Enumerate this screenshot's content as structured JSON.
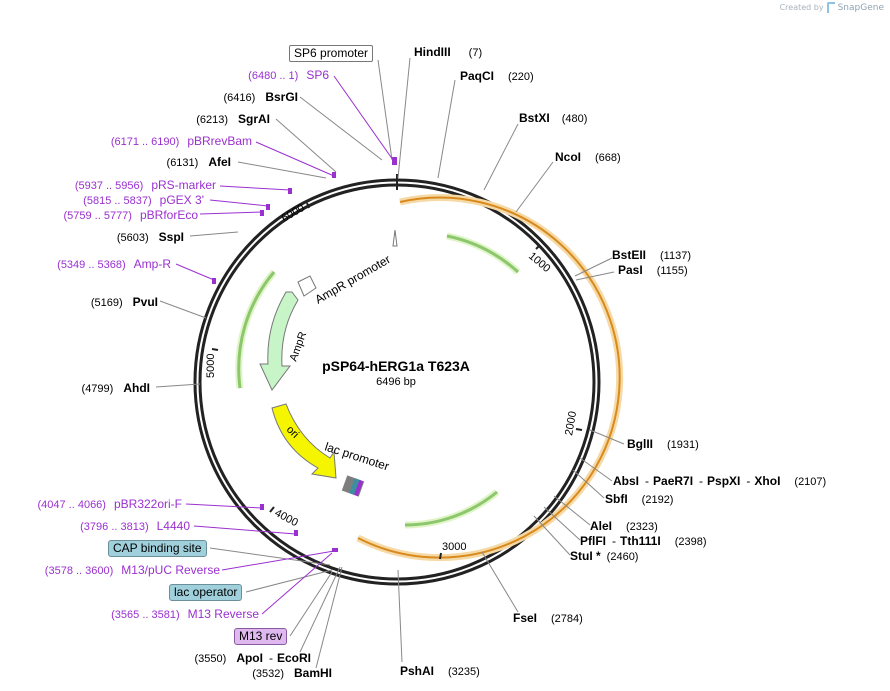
{
  "branding": {
    "created_by": "Created by",
    "app_name": "SnapGene"
  },
  "plasmid": {
    "name": "pSP64-hERG1a T623A",
    "size_label": "6496 bp"
  },
  "ticks": [
    {
      "label": "1000"
    },
    {
      "label": "2000"
    },
    {
      "label": "3000"
    },
    {
      "label": "4000"
    },
    {
      "label": "5000"
    },
    {
      "label": "6000"
    }
  ],
  "features": {
    "ampr_promoter": "AmpR promoter",
    "ampr": "AmpR",
    "ori": "ori",
    "lac_promoter": "lac promoter"
  },
  "boxed_labels": {
    "sp6_promoter": "SP6 promoter",
    "cap_binding_site": "CAP binding site",
    "lac_operator": "lac operator",
    "m13_rev": "M13 rev"
  },
  "enzymes_right": [
    {
      "name": "HindIII",
      "pos": "(7)"
    },
    {
      "name": "PaqCI",
      "pos": "(220)"
    },
    {
      "name": "BstXI",
      "pos": "(480)"
    },
    {
      "name": "NcoI",
      "pos": "(668)"
    },
    {
      "name": "BstEII",
      "pos": "(1137)"
    },
    {
      "name": "PasI",
      "pos": "(1155)"
    },
    {
      "name": "BglII",
      "pos": "(1931)"
    },
    {
      "name": "AbsI",
      "sep1": "-",
      "name2": "PaeR7I",
      "sep2": "-",
      "name3": "PspXI",
      "sep3": "-",
      "name4": "XhoI",
      "pos": "(2107)"
    },
    {
      "name": "SbfI",
      "pos": "(2192)"
    },
    {
      "name": "AleI",
      "pos": "(2323)"
    },
    {
      "name": "PflFI",
      "sep1": "-",
      "name2": "Tth111I",
      "pos": "(2398)"
    },
    {
      "name": "StuI *",
      "pos": "(2460)"
    },
    {
      "name": "FseI",
      "pos": "(2784)"
    },
    {
      "name": "PshAI",
      "pos": "(3235)"
    }
  ],
  "enzymes_left": [
    {
      "name": "BsrGI",
      "pos": "(6416)"
    },
    {
      "name": "SgrAI",
      "pos": "(6213)"
    },
    {
      "name": "AfeI",
      "pos": "(6131)"
    },
    {
      "name": "SspI",
      "pos": "(5603)"
    },
    {
      "name": "PvuI",
      "pos": "(5169)"
    },
    {
      "name": "AhdI",
      "pos": "(4799)"
    },
    {
      "name": "ApoI",
      "sep1": "-",
      "name2": "EcoRI",
      "pos": "(3550)"
    },
    {
      "name": "BamHI",
      "pos": "(3532)"
    }
  ],
  "primers": [
    {
      "range": "(6480 .. 1)",
      "name": "SP6"
    },
    {
      "range": "(6171 .. 6190)",
      "name": "pBRrevBam"
    },
    {
      "range": "(5937 .. 5956)",
      "name": "pRS-marker"
    },
    {
      "range": "(5815 .. 5837)",
      "name": "pGEX 3'"
    },
    {
      "range": "(5759 .. 5777)",
      "name": "pBRforEco"
    },
    {
      "range": "(5349 .. 5368)",
      "name": "Amp-R"
    },
    {
      "range": "(4047 .. 4066)",
      "name": "pBR322ori-F"
    },
    {
      "range": "(3796 .. 3813)",
      "name": "L4440"
    },
    {
      "range": "(3578 .. 3600)",
      "name": "M13/pUC Reverse"
    },
    {
      "range": "(3565 .. 3581)",
      "name": "M13 Reverse"
    }
  ],
  "colors": {
    "backbone": "#222222",
    "enzyme_text": "#000000",
    "primer_text": "#9b30d0",
    "insert_orange": "#e8a23a",
    "insert_glow": "#f5d9a6",
    "green_arrow": "#2e8b1e",
    "ampr_fill": "#c8f5c8",
    "ori_fill": "#f5f500",
    "leader_line": "#888888"
  }
}
